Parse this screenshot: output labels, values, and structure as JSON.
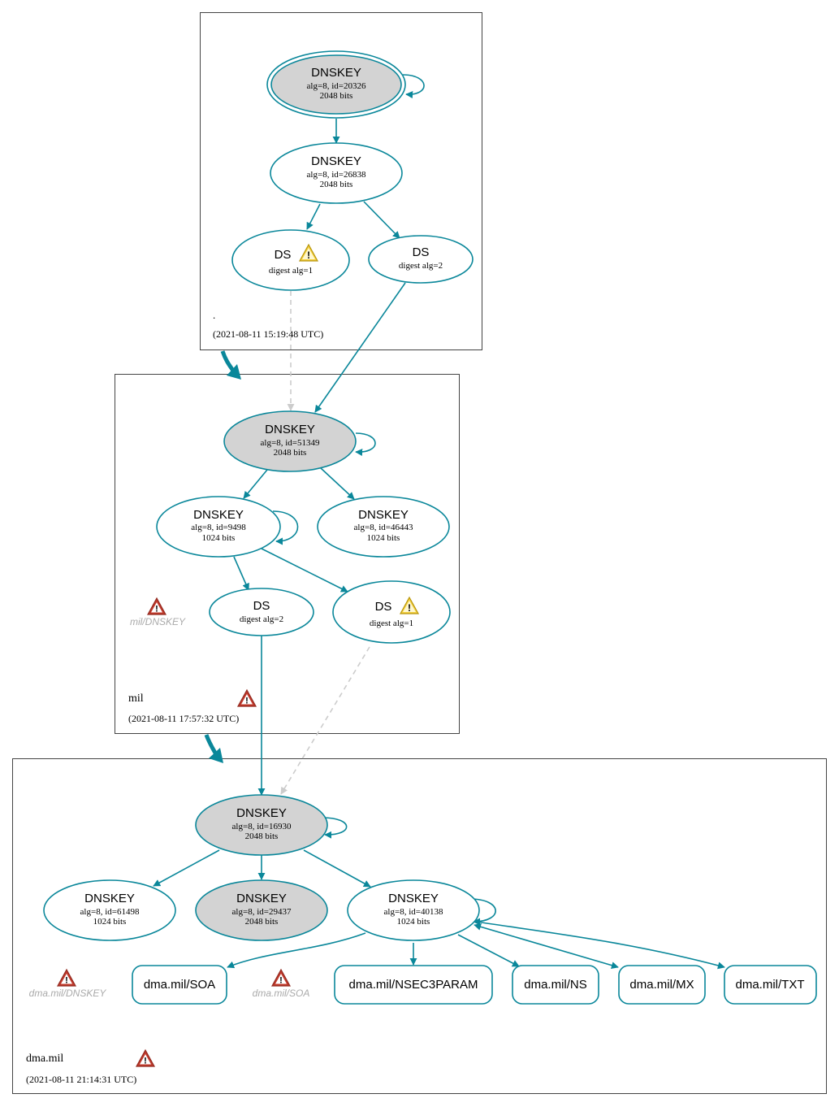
{
  "colors": {
    "edge": "#0a879a",
    "node_border": "#0a879a",
    "sep_fill": "#d3d3d3",
    "dashed_edge": "#cccccc",
    "error_icon": "#c0392b",
    "warning_icon": "#f1c40f",
    "zone_border": "#444444",
    "faded_text": "#aaaaaa"
  },
  "zones": {
    "root": {
      "name": ".",
      "timestamp": "(2021-08-11 15:19:48 UTC)"
    },
    "mil": {
      "name": "mil",
      "timestamp": "(2021-08-11 17:57:32 UTC)"
    },
    "dma": {
      "name": "dma.mil",
      "timestamp": "(2021-08-11 21:14:31 UTC)"
    }
  },
  "nodes": {
    "root_ksk": {
      "title": "DNSKEY",
      "line1": "alg=8, id=20326",
      "line2": "2048 bits"
    },
    "root_zsk": {
      "title": "DNSKEY",
      "line1": "alg=8, id=26838",
      "line2": "2048 bits"
    },
    "root_ds1": {
      "title": "DS",
      "line1": "digest alg=1"
    },
    "root_ds2": {
      "title": "DS",
      "line1": "digest alg=2"
    },
    "mil_ksk": {
      "title": "DNSKEY",
      "line1": "alg=8, id=51349",
      "line2": "2048 bits"
    },
    "mil_zsk1": {
      "title": "DNSKEY",
      "line1": "alg=8, id=9498",
      "line2": "1024 bits"
    },
    "mil_zsk2": {
      "title": "DNSKEY",
      "line1": "alg=8, id=46443",
      "line2": "1024 bits"
    },
    "mil_ds2": {
      "title": "DS",
      "line1": "digest alg=2"
    },
    "mil_ds1": {
      "title": "DS",
      "line1": "digest alg=1"
    },
    "dma_ksk": {
      "title": "DNSKEY",
      "line1": "alg=8, id=16930",
      "line2": "2048 bits"
    },
    "dma_k1": {
      "title": "DNSKEY",
      "line1": "alg=8, id=61498",
      "line2": "1024 bits"
    },
    "dma_k2": {
      "title": "DNSKEY",
      "line1": "alg=8, id=29437",
      "line2": "2048 bits"
    },
    "dma_zsk": {
      "title": "DNSKEY",
      "line1": "alg=8, id=40138",
      "line2": "1024 bits"
    }
  },
  "rrsets": {
    "soa": "dma.mil/SOA",
    "nsec3param": "dma.mil/NSEC3PARAM",
    "ns": "dma.mil/NS",
    "mx": "dma.mil/MX",
    "txt": "dma.mil/TXT"
  },
  "error_labels": {
    "mil_dnskey": "mil/DNSKEY",
    "dma_dnskey": "dma.mil/DNSKEY",
    "dma_soa": "dma.mil/SOA"
  },
  "icons": {
    "warning": "warning-icon",
    "error": "error-icon"
  }
}
